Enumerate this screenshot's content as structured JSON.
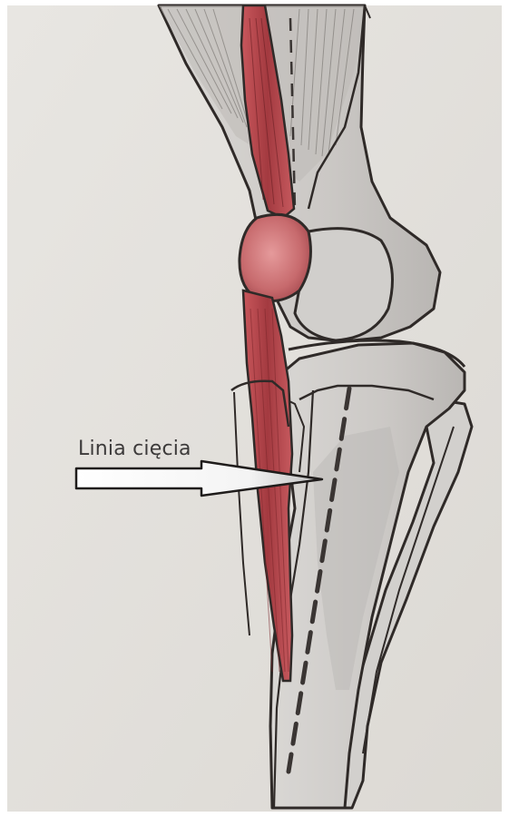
{
  "annotation": {
    "label": "Linia cięcia"
  },
  "colors": {
    "paper": "#e6e4e0",
    "bone": "#cfcdca",
    "outline": "#2f2a28",
    "muscle": "#b3474d",
    "muscle_light": "#d8787c",
    "arrow_fill": "#ffffff"
  },
  "structures": [
    "femur",
    "patella",
    "femoral-condyle",
    "tibia",
    "fibula",
    "quadriceps-tendon",
    "patellar-ligament",
    "thigh-muscle",
    "osteotomy-cut-line",
    "pointer-arrow"
  ]
}
